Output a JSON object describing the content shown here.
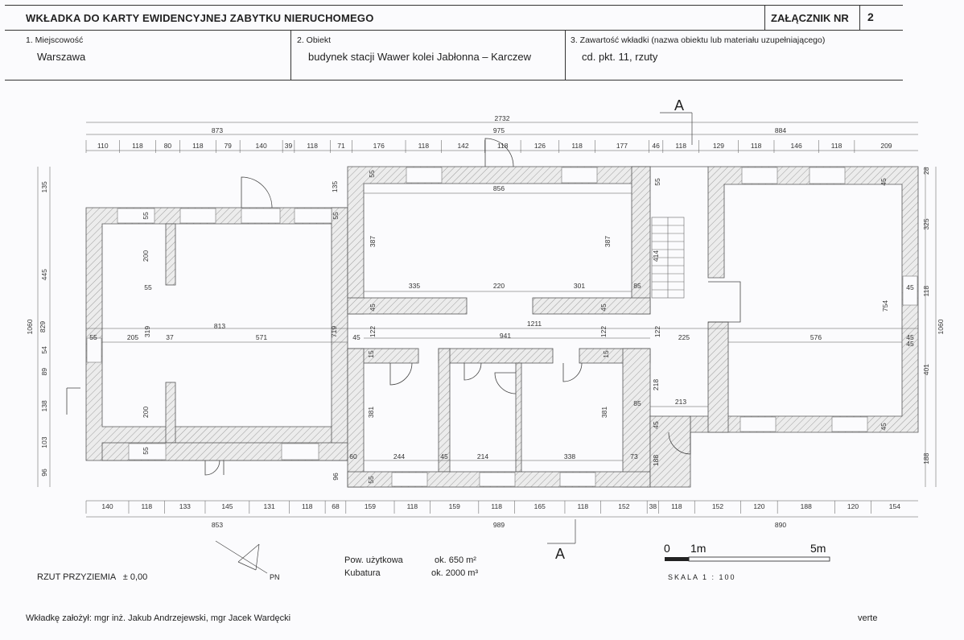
{
  "header": {
    "title": "WKŁADKA DO KARTY EWIDENCYJNEJ ZABYTKU NIERUCHOMEGO",
    "annex_label": "ZAŁĄCZNIK NR",
    "annex_number": "2"
  },
  "fields": [
    {
      "label": "1. Miejscowość",
      "value": "Warszawa"
    },
    {
      "label": "2. Obiekt",
      "value": "budynek stacji Wawer kolei Jabłonna – Karczew"
    },
    {
      "label": "3. Zawartość wkładki (nazwa obiektu lub materiału uzupełniającego)",
      "value": "cd. pkt. 11, rzuty"
    }
  ],
  "plan": {
    "section_mark": "A",
    "floor_title": "RZUT PRZYZIEMIA",
    "floor_level": "± 0,00",
    "north_label": "PN",
    "area_label": "Pow. użytkowa",
    "area_value": "ok. 650 m²",
    "volume_label": "Kubatura",
    "volume_value": "ok. 2000 m³",
    "scale_0": "0",
    "scale_1": "1m",
    "scale_5": "5m",
    "scale_text": "SKALA  1 : 100",
    "top_total": "2732",
    "top_group": [
      "873",
      "975",
      "884"
    ],
    "top_row": [
      "110",
      "118",
      "80",
      "118",
      "79",
      "140",
      "39",
      "118",
      "71",
      "176",
      "118",
      "142",
      "118",
      "126",
      "118",
      "177",
      "46",
      "118",
      "129",
      "118",
      "146",
      "118",
      "209"
    ],
    "bottom_group": [
      "853",
      "989",
      "890"
    ],
    "bottom_row": [
      "140",
      "118",
      "133",
      "145",
      "131",
      "118",
      "68",
      "159",
      "118",
      "159",
      "118",
      "165",
      "118",
      "152",
      "38",
      "118",
      "152",
      "120",
      "188",
      "120",
      "154"
    ],
    "left_total": "1060",
    "left_group": [
      "829"
    ],
    "left_row": [
      "135",
      "445",
      "54",
      "89",
      "138",
      "103",
      "96"
    ],
    "right_total": "1060",
    "right_row": [
      "28",
      "325",
      "118",
      "401",
      "188"
    ],
    "interior": [
      "856",
      "387",
      "387",
      "335",
      "220",
      "301",
      "85",
      "45",
      "45",
      "813",
      "571",
      "719",
      "45",
      "122",
      "941",
      "1211",
      "122",
      "122",
      "225",
      "576",
      "45",
      "55",
      "205",
      "319",
      "37",
      "200",
      "200",
      "55",
      "55",
      "55",
      "55",
      "135",
      "55",
      "414",
      "754",
      "381",
      "381",
      "244",
      "214",
      "338",
      "73",
      "60",
      "55",
      "45",
      "15",
      "15",
      "85",
      "218",
      "213",
      "45",
      "188",
      "96",
      "45",
      "45",
      "45",
      "45",
      "55"
    ]
  },
  "footer": {
    "authors": "Wkładkę założył: mgr inż. Jakub Andrzejewski, mgr Jacek Wardęcki",
    "verte": "verte"
  }
}
